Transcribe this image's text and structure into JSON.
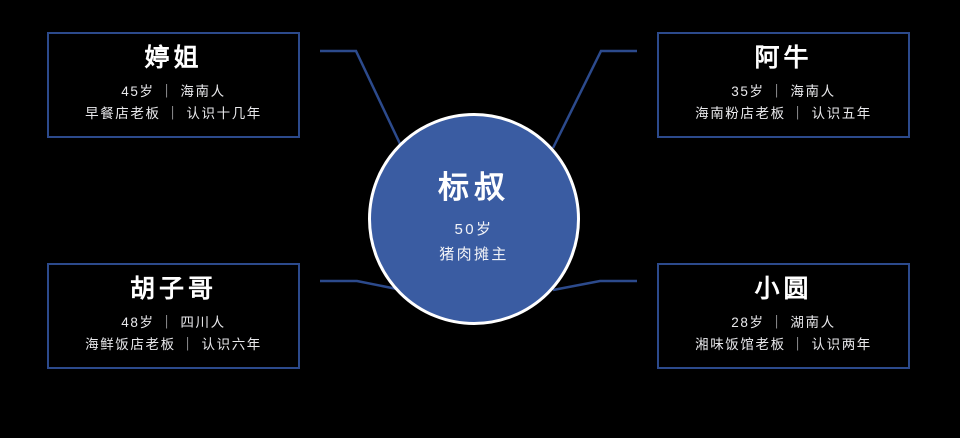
{
  "theme": {
    "background": "#000000",
    "card_border": "#2c4a8c",
    "connector": "#2c4a8c",
    "hub_fill": "#3a5ca2",
    "hub_ring": "#ffffff",
    "text_primary": "#ffffff",
    "text_secondary": "#e9e9ec"
  },
  "hub": {
    "name": "标叔",
    "age": "50岁",
    "occupation": "猪肉摊主"
  },
  "cards": [
    {
      "position": "top-left",
      "name": "婷姐",
      "line1": "45岁 ｜ 海南人",
      "line2": "早餐店老板 ｜ 认识十几年"
    },
    {
      "position": "top-right",
      "name": "阿牛",
      "line1": "35岁 ｜ 海南人",
      "line2": "海南粉店老板 ｜ 认识五年"
    },
    {
      "position": "bottom-left",
      "name": "胡子哥",
      "line1": "48岁 ｜ 四川人",
      "line2": "海鲜饭店老板 ｜ 认识六年"
    },
    {
      "position": "bottom-right",
      "name": "小圆",
      "line1": "28岁 ｜ 湖南人",
      "line2": "湘味饭馆老板 ｜ 认识两年"
    }
  ]
}
